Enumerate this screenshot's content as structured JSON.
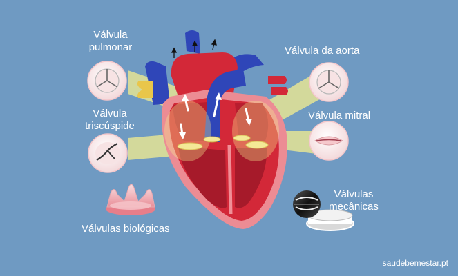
{
  "labels": {
    "pulmonary_line1": "Válvula",
    "pulmonary_line2": "pulmonar",
    "tricuspid_line1": "Válvula",
    "tricuspid_line2": "triscúspide",
    "aortic": "Válvula da aorta",
    "mitral": "Válvula mitral",
    "mechanical_line1": "Válvulas",
    "mechanical_line2": "mecânicas",
    "biological": "Válvulas biológicas"
  },
  "brand": "saudebemestar.pt",
  "colors": {
    "background": "#6f9ac2",
    "heart_red": "#d32838",
    "heart_dark_red": "#9e1526",
    "heart_pink": "#f08f97",
    "vessel_blue": "#2f46b8",
    "highlight_yellow": "#f5ee8e",
    "valve_circle": "#f7e6e6",
    "white": "#ffffff"
  },
  "icons": {
    "pulmonary_valve": "three-leaflet-valve-icon",
    "aortic_valve": "three-leaflet-valve-icon",
    "tricuspid_valve": "tricuspid-valve-icon",
    "mitral_valve": "mitral-valve-icon",
    "biological_valve": "bioprosthetic-valve-icon",
    "mechanical_valve": "mechanical-valve-icon"
  }
}
